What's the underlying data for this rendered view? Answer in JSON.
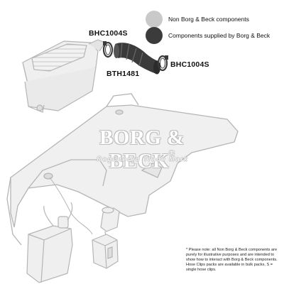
{
  "legend": {
    "items": [
      {
        "label": "Non Borg & Beck components",
        "color": "#c9c9c9"
      },
      {
        "label": "Components supplied by Borg & Beck",
        "color": "#3b3b3b"
      }
    ]
  },
  "parts": {
    "clip_top": "BHC1004S",
    "hose": "BTH1481",
    "clip_right": "BHC1004S"
  },
  "watermark": {
    "brand": "BORG & BECK",
    "registered_mark": "®",
    "tagline": "Registered Trade Mark"
  },
  "note": "* Please note: all Non Borg & Beck components are purely for illustrative purposes and are intended to show how to interact with Borg & Beck components. Hose Clips packs are available in bulk packs, S = single hose clips.",
  "colors": {
    "outline": "#b5b5b5",
    "fill_light": "#eeeeee",
    "hose": "#3b3b3b"
  }
}
